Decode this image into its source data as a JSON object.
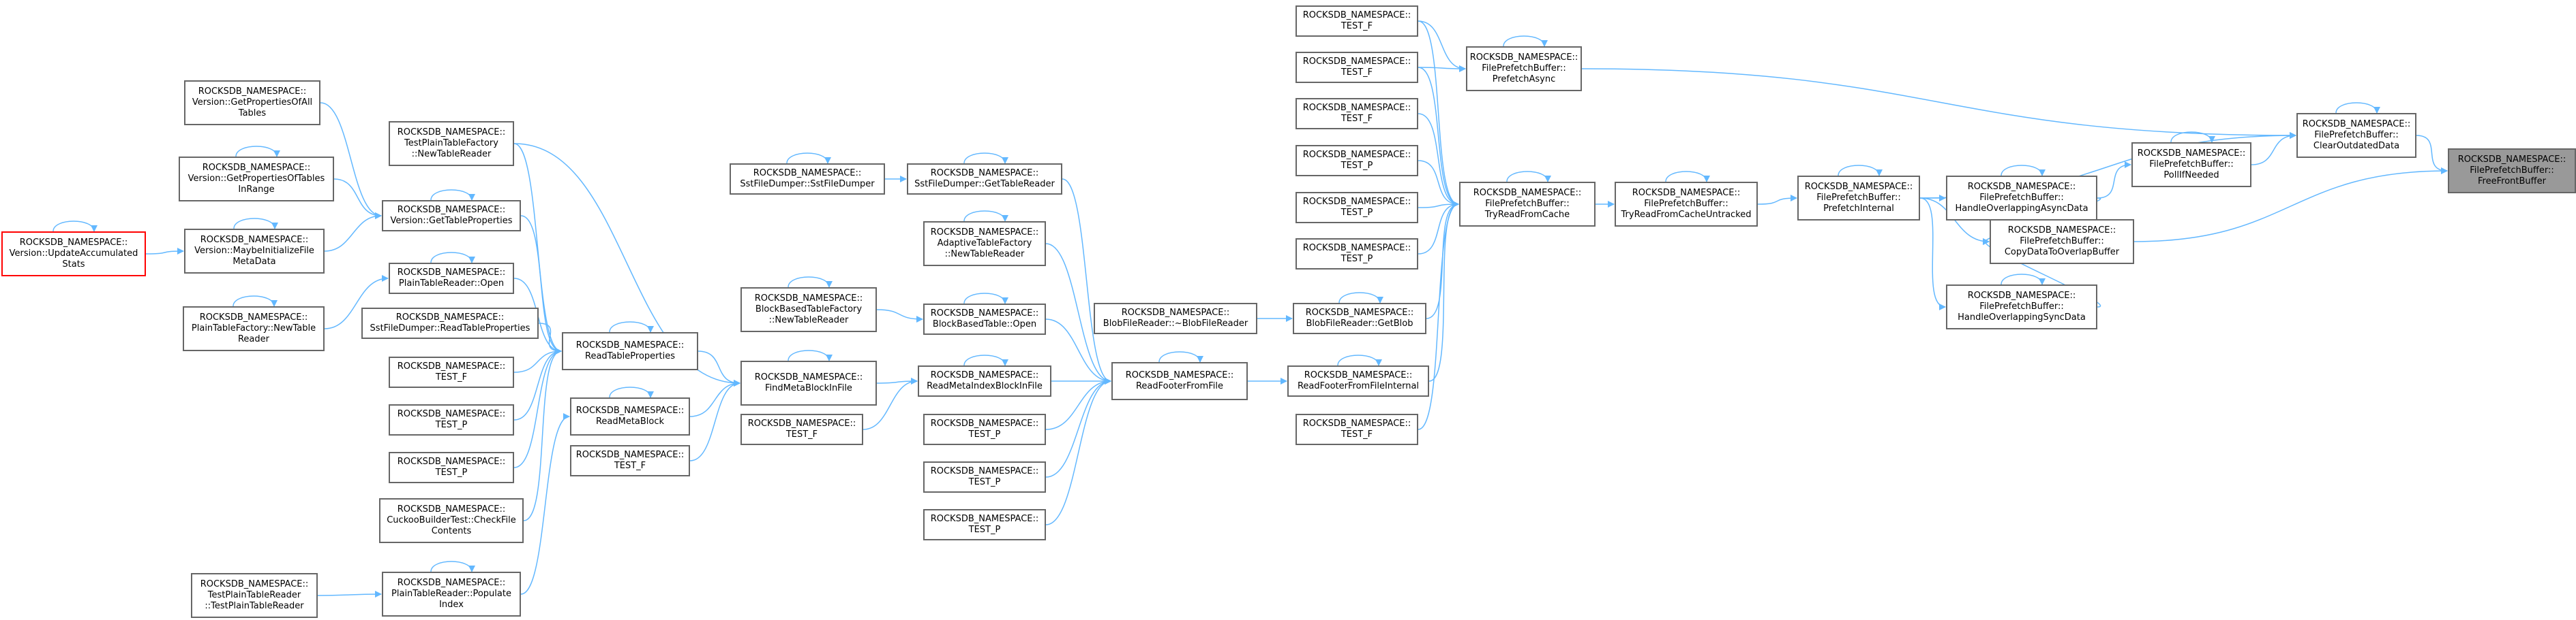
{
  "colors": {
    "edge": "#63b8ff",
    "node_border": "#666666",
    "root_fill": "#999999",
    "highlight_border": "#ff0000"
  },
  "nodes": [
    {
      "id": "n_ffb",
      "label": "ROCKSDB_NAMESPACE::\nFilePrefetchBuffer::\nFreeFrontBuffer",
      "root": true
    },
    {
      "id": "n_cod",
      "label": "ROCKSDB_NAMESPACE::\nFilePrefetchBuffer::\nClearOutdatedData"
    },
    {
      "id": "n_ctob",
      "label": "ROCKSDB_NAMESPACE::\nFilePrefetchBuffer::\nCopyDataToOverlapBuffer"
    },
    {
      "id": "n_pin",
      "label": "ROCKSDB_NAMESPACE::\nFilePrefetchBuffer::\nPollIfNeeded"
    },
    {
      "id": "n_hoad",
      "label": "ROCKSDB_NAMESPACE::\nFilePrefetchBuffer::\nHandleOverlappingAsyncData"
    },
    {
      "id": "n_hosd",
      "label": "ROCKSDB_NAMESPACE::\nFilePrefetchBuffer::\nHandleOverlappingSyncData"
    },
    {
      "id": "n_pint",
      "label": "ROCKSDB_NAMESPACE::\nFilePrefetchBuffer::\nPrefetchInternal"
    },
    {
      "id": "n_trfcu",
      "label": "ROCKSDB_NAMESPACE::\nFilePrefetchBuffer::\nTryReadFromCacheUntracked"
    },
    {
      "id": "n_trfc",
      "label": "ROCKSDB_NAMESPACE::\nFilePrefetchBuffer::\nTryReadFromCache"
    },
    {
      "id": "n_pa",
      "label": "ROCKSDB_NAMESPACE::\nFilePrefetchBuffer::\nPrefetchAsync"
    },
    {
      "id": "n_tf1",
      "label": "ROCKSDB_NAMESPACE::\nTEST_F"
    },
    {
      "id": "n_tf2",
      "label": "ROCKSDB_NAMESPACE::\nTEST_F"
    },
    {
      "id": "n_tf3",
      "label": "ROCKSDB_NAMESPACE::\nTEST_F"
    },
    {
      "id": "n_tp1",
      "label": "ROCKSDB_NAMESPACE::\nTEST_P"
    },
    {
      "id": "n_tp2",
      "label": "ROCKSDB_NAMESPACE::\nTEST_P"
    },
    {
      "id": "n_tp3",
      "label": "ROCKSDB_NAMESPACE::\nTEST_P"
    },
    {
      "id": "n_gb",
      "label": "ROCKSDB_NAMESPACE::\nBlobFileReader::GetBlob"
    },
    {
      "id": "n_rfffi",
      "label": "ROCKSDB_NAMESPACE::\nReadFooterFromFileInternal"
    },
    {
      "id": "n_tf4",
      "label": "ROCKSDB_NAMESPACE::\nTEST_F"
    },
    {
      "id": "n_bfr",
      "label": "ROCKSDB_NAMESPACE::\nBlobFileReader::~BlobFileReader"
    },
    {
      "id": "n_rfff",
      "label": "ROCKSDB_NAMESPACE::\nReadFooterFromFile"
    },
    {
      "id": "n_sgtr",
      "label": "ROCKSDB_NAMESPACE::\nSstFileDumper::GetTableReader"
    },
    {
      "id": "n_atf",
      "label": "ROCKSDB_NAMESPACE::\nAdaptiveTableFactory\n::NewTableReader"
    },
    {
      "id": "n_bbto",
      "label": "ROCKSDB_NAMESPACE::\nBlockBasedTable::Open"
    },
    {
      "id": "n_rmibf",
      "label": "ROCKSDB_NAMESPACE::\nReadMetaIndexBlockInFile"
    },
    {
      "id": "n_tp4",
      "label": "ROCKSDB_NAMESPACE::\nTEST_P"
    },
    {
      "id": "n_tp5",
      "label": "ROCKSDB_NAMESPACE::\nTEST_P"
    },
    {
      "id": "n_tp6",
      "label": "ROCKSDB_NAMESPACE::\nTEST_P"
    },
    {
      "id": "n_ssfd",
      "label": "ROCKSDB_NAMESPACE::\nSstFileDumper::SstFileDumper"
    },
    {
      "id": "n_bbtf",
      "label": "ROCKSDB_NAMESPACE::\nBlockBasedTableFactory\n::NewTableReader"
    },
    {
      "id": "n_fmbf",
      "label": "ROCKSDB_NAMESPACE::\nFindMetaBlockInFile"
    },
    {
      "id": "n_tf5",
      "label": "ROCKSDB_NAMESPACE::\nTEST_F"
    },
    {
      "id": "n_rtp",
      "label": "ROCKSDB_NAMESPACE::\nReadTableProperties"
    },
    {
      "id": "n_rmb",
      "label": "ROCKSDB_NAMESPACE::\nReadMetaBlock"
    },
    {
      "id": "n_tf6",
      "label": "ROCKSDB_NAMESPACE::\nTEST_F"
    },
    {
      "id": "n_tpf",
      "label": "ROCKSDB_NAMESPACE::\nTestPlainTableFactory\n::NewTableReader"
    },
    {
      "id": "n_vgtp",
      "label": "ROCKSDB_NAMESPACE::\nVersion::GetTableProperties"
    },
    {
      "id": "n_ptro",
      "label": "ROCKSDB_NAMESPACE::\nPlainTableReader::Open"
    },
    {
      "id": "n_sfdrtp",
      "label": "ROCKSDB_NAMESPACE::\nSstFileDumper::ReadTableProperties"
    },
    {
      "id": "n_tf7",
      "label": "ROCKSDB_NAMESPACE::\nTEST_F"
    },
    {
      "id": "n_tp7",
      "label": "ROCKSDB_NAMESPACE::\nTEST_P"
    },
    {
      "id": "n_tp8",
      "label": "ROCKSDB_NAMESPACE::\nTEST_P"
    },
    {
      "id": "n_cbt",
      "label": "ROCKSDB_NAMESPACE::\nCuckooBuilderTest::CheckFile\nContents"
    },
    {
      "id": "n_ptrpi",
      "label": "ROCKSDB_NAMESPACE::\nPlainTableReader::Populate\nIndex"
    },
    {
      "id": "n_vgpat",
      "label": "ROCKSDB_NAMESPACE::\nVersion::GetPropertiesOfAll\nTables"
    },
    {
      "id": "n_vgptr",
      "label": "ROCKSDB_NAMESPACE::\nVersion::GetPropertiesOfTables\nInRange"
    },
    {
      "id": "n_vmif",
      "label": "ROCKSDB_NAMESPACE::\nVersion::MaybeInitializeFile\nMetaData"
    },
    {
      "id": "n_ptfntr",
      "label": "ROCKSDB_NAMESPACE::\nPlainTableFactory::NewTable\nReader"
    },
    {
      "id": "n_vuas",
      "label": "ROCKSDB_NAMESPACE::\nVersion::UpdateAccumulated\nStats",
      "highlight": true
    },
    {
      "id": "n_tptr",
      "label": "ROCKSDB_NAMESPACE::\nTestPlainTableReader\n::TestPlainTableReader"
    }
  ]
}
